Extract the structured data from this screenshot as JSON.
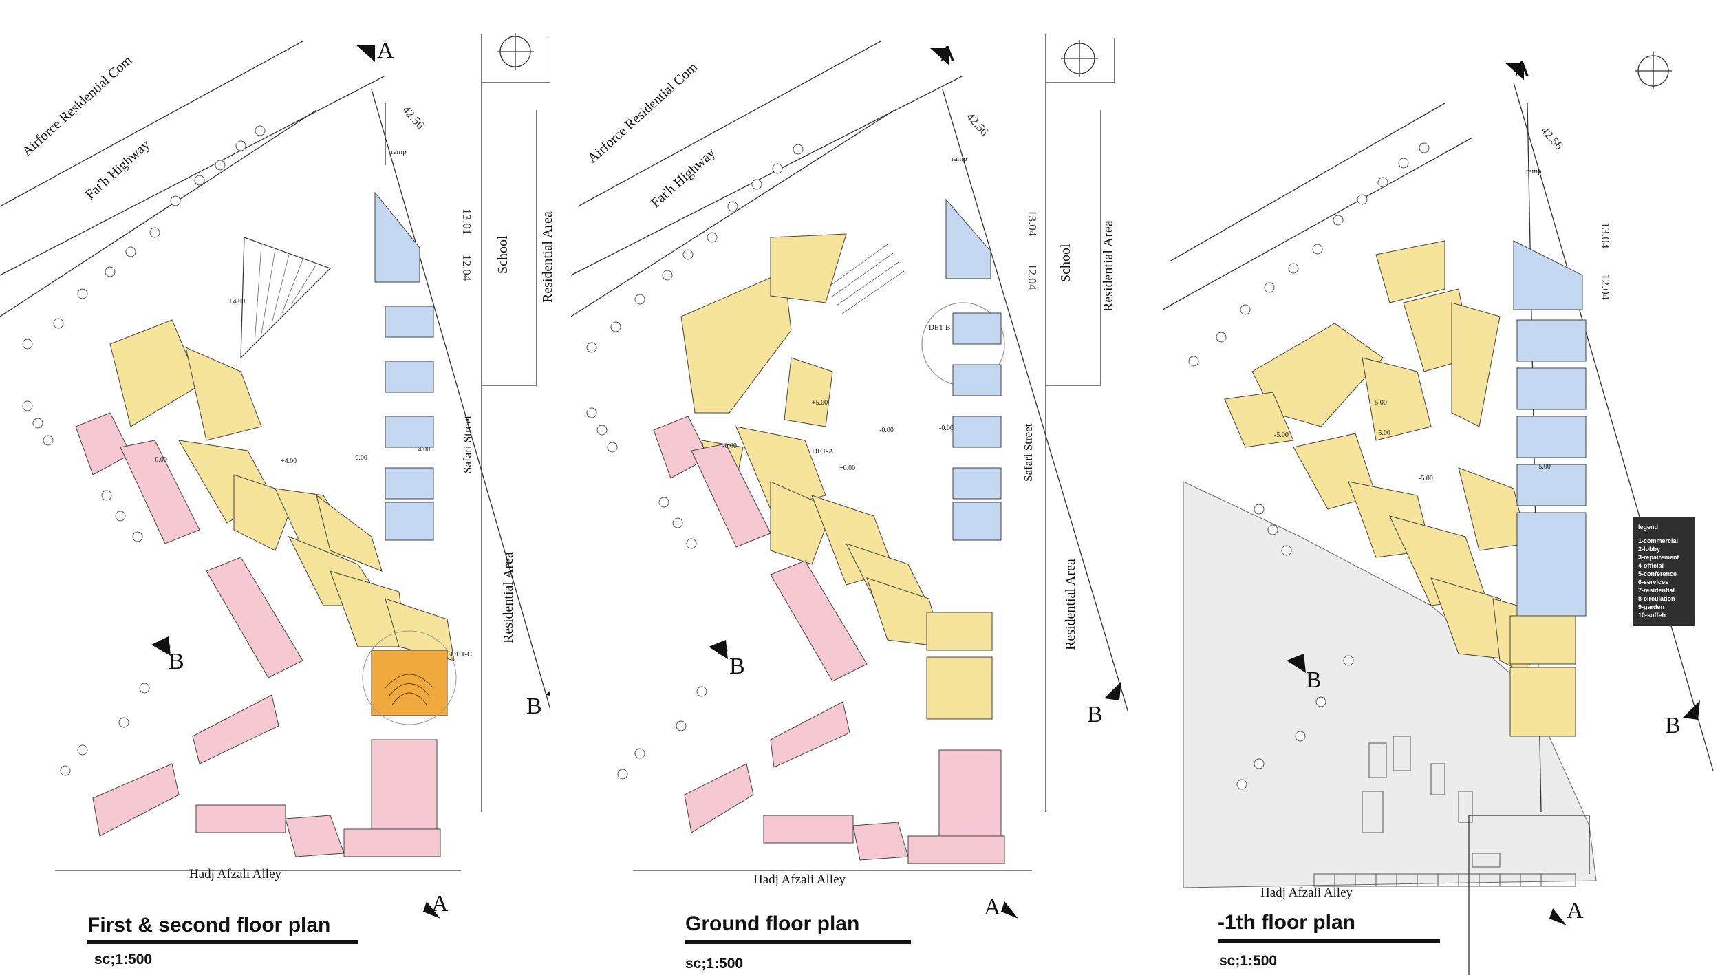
{
  "colors": {
    "commercial": "#f7e49b",
    "residential": "#f6c8d2",
    "official": "#c4d8f2",
    "hall": "#f0a93c",
    "parking": "#ececec",
    "line": "#333333"
  },
  "plans": [
    {
      "title": "First & second floor plan",
      "scale": "sc;1:500",
      "labels": {
        "complex": "Airforce Residential Com",
        "highway": "Fat'h Highway",
        "school": "School",
        "residential_top": "Residential Area",
        "residential_bottom": "Residential Area",
        "street": "Safari Street",
        "alley": "Hadj Afzali Alley",
        "ramp": "ramp",
        "det_c": "DET-C",
        "level_a": "+4.00",
        "level_b": "+4.00",
        "level_c": "+4.00",
        "level_d": "-0.00",
        "level_e": "-0.00",
        "section_a_top": "A",
        "section_a_bottom": "A",
        "section_b_left": "B",
        "section_b_right": "B",
        "dim_1": "42.56",
        "dim_2": "13.01",
        "dim_3": "12.04"
      }
    },
    {
      "title": "Ground floor plan",
      "scale": "sc;1:500",
      "labels": {
        "complex": "Airforce Residential Com",
        "highway": "Fat'h Highway",
        "school": "School",
        "residential_top": "Residential Area",
        "residential_bottom": "Residential Area",
        "street": "Safari Street",
        "alley": "Hadj Afzali Alley",
        "ramp": "ramp",
        "det_a": "DET-A",
        "det_b": "DET-B",
        "level_a": "+5.00",
        "level_b": "-0.00",
        "level_c": "+0.00",
        "level_d": "-0.00",
        "level_e": "-0.00",
        "section_a_top": "A",
        "section_a_bottom": "A",
        "section_b_left": "B",
        "section_b_right": "B",
        "dim_1": "42.56",
        "dim_2": "13.04",
        "dim_3": "12.04"
      }
    },
    {
      "title": "-1th floor plan",
      "scale": "sc;1:500",
      "labels": {
        "alley": "Hadj Afzali Alley",
        "ramp": "ramp",
        "level_a": "-5.00",
        "level_b": "-5.00",
        "level_c": "-5.00",
        "level_d": "-5.00",
        "level_e": "-5.00",
        "section_a_top": "A",
        "section_a_bottom": "A",
        "section_b_left": "B",
        "section_b_right": "B",
        "dim_1": "42.56",
        "dim_2": "13.04",
        "dim_3": "12.04"
      }
    }
  ],
  "legend": {
    "title": "legend",
    "items": [
      "1-commercial",
      "2-lobby",
      "3-repairement",
      "4-official",
      "5-conference",
      "6-services",
      "7-residential",
      "8-circulation",
      "9-garden",
      "10-soffeh"
    ]
  }
}
